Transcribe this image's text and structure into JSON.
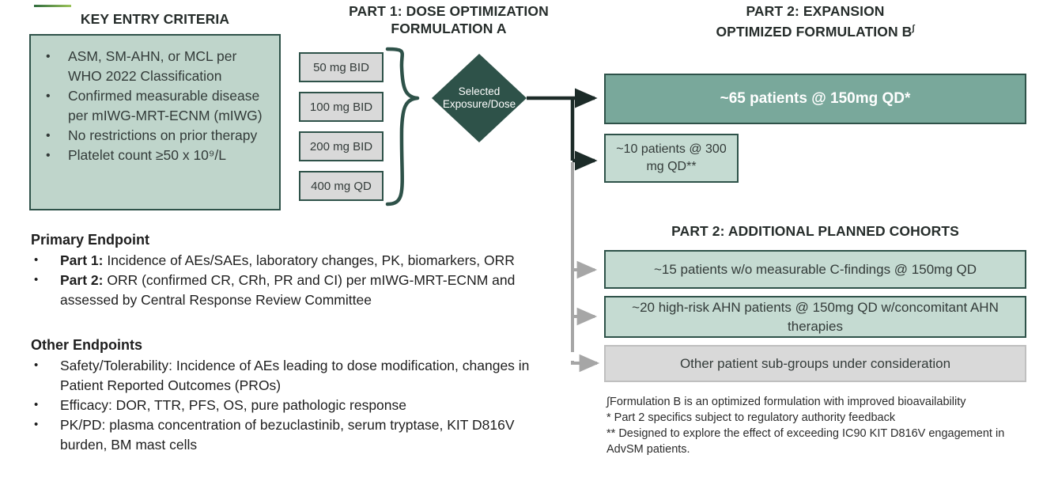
{
  "headings": {
    "key_entry": "KEY ENTRY CRITERIA",
    "part1_line1": "PART 1: DOSE OPTIMIZATION",
    "part1_line2": "FORMULATION A",
    "part2_line1": "PART 2: EXPANSION",
    "part2_line2": "OPTIMIZED FORMULATION B",
    "part2_line2_sup": "∫",
    "part2_cohorts": "PART 2: ADDITIONAL PLANNED COHORTS"
  },
  "criteria": [
    "ASM, SM-AHN, or MCL per WHO 2022 Classification",
    "Confirmed measurable disease per mIWG-MRT-ECNM (mIWG)",
    "No restrictions on prior therapy",
    "Platelet count ≥50 x 10⁹/L"
  ],
  "doses": [
    "50 mg BID",
    "100 mg BID",
    "200 mg BID",
    "400 mg QD"
  ],
  "decision": {
    "line1": "Selected",
    "line2": "Exposure/Dose"
  },
  "expansion": {
    "primary_cohort": "~65 patients @ 150mg QD*",
    "secondary_cohort": "~10 patients @ 300 mg QD**"
  },
  "additional_cohorts": [
    "~15 patients w/o measurable C-findings @ 150mg QD",
    "~20 high-risk AHN patients @ 150mg QD w/concomitant AHN therapies",
    "Other patient sub-groups under consideration"
  ],
  "endpoints": {
    "primary_title": "Primary Endpoint",
    "primary_items": [
      {
        "label": "Part 1:",
        "text": " Incidence of AEs/SAEs, laboratory changes, PK, biomarkers, ORR"
      },
      {
        "label": "Part 2:",
        "text": " ORR (confirmed CR, CRh, PR and CI) per mIWG-MRT-ECNM and assessed by Central Response Review Committee"
      }
    ],
    "other_title": "Other Endpoints",
    "other_items": [
      "Safety/Tolerability: Incidence of AEs leading to dose modification, changes in Patient Reported Outcomes (PROs)",
      "Efficacy: DOR, TTR, PFS, OS, pure pathologic response",
      "PK/PD: plasma concentration of bezuclastinib, serum tryptase, KIT D816V burden, BM mast cells"
    ]
  },
  "footnotes": [
    "∫Formulation B is an optimized formulation with improved bioavailability",
    "* Part 2 specifics subject to regulatory authority feedback",
    "** Designed to explore the effect of exceeding IC90 KIT D816V engagement in AdvSM patients."
  ],
  "colors": {
    "dark_green": "#2e5249",
    "teal": "#79a89b",
    "light_sage": "#c5dbd2",
    "sage_box": "#bfd5cb",
    "gray_box": "#d9d9d9",
    "arrow_gray": "#a6a6a6",
    "accent_from": "#2f6b3d",
    "accent_to": "#9cc45a"
  }
}
